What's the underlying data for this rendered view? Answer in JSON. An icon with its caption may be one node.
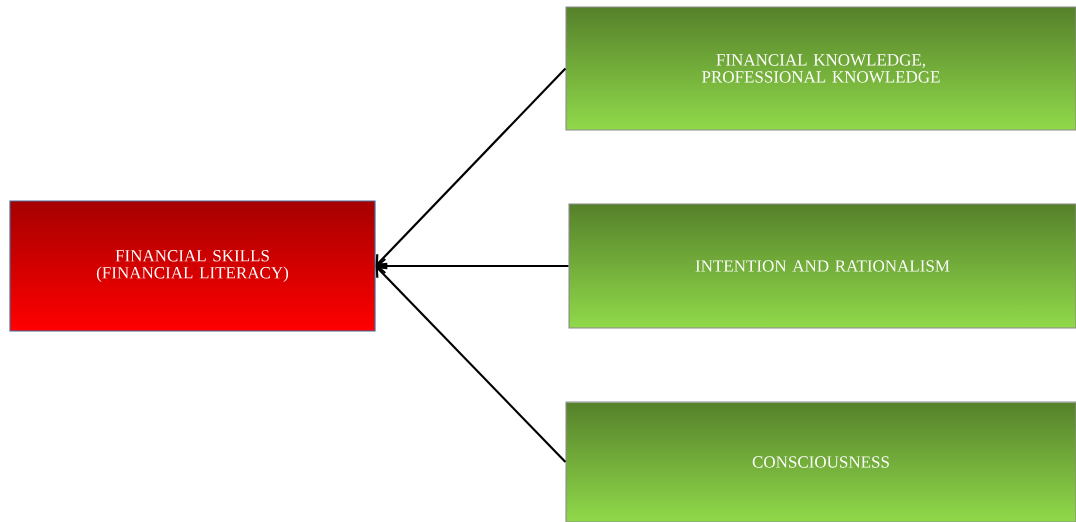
{
  "diagram": {
    "nodes": [
      {
        "text": [
          "FINANCIAL SKILLS (FINANCIAL LITERACY)"
        ]
      },
      {
        "text": [
          "FINANCIAL KNOWLEDGE, PROFESSIONAL KNOWLEDGE"
        ]
      },
      {
        "text": [
          "INTENTION AND RATIONALISM"
        ]
      },
      {
        "text": [
          "CONSCIOUSNESS"
        ]
      }
    ],
    "edges": [
      {
        "from": 1,
        "to": 0,
        "arrow": "to"
      },
      {
        "from": 2,
        "to": 0,
        "arrow": "to"
      },
      {
        "from": 3,
        "to": 0,
        "arrow": "to"
      }
    ]
  }
}
